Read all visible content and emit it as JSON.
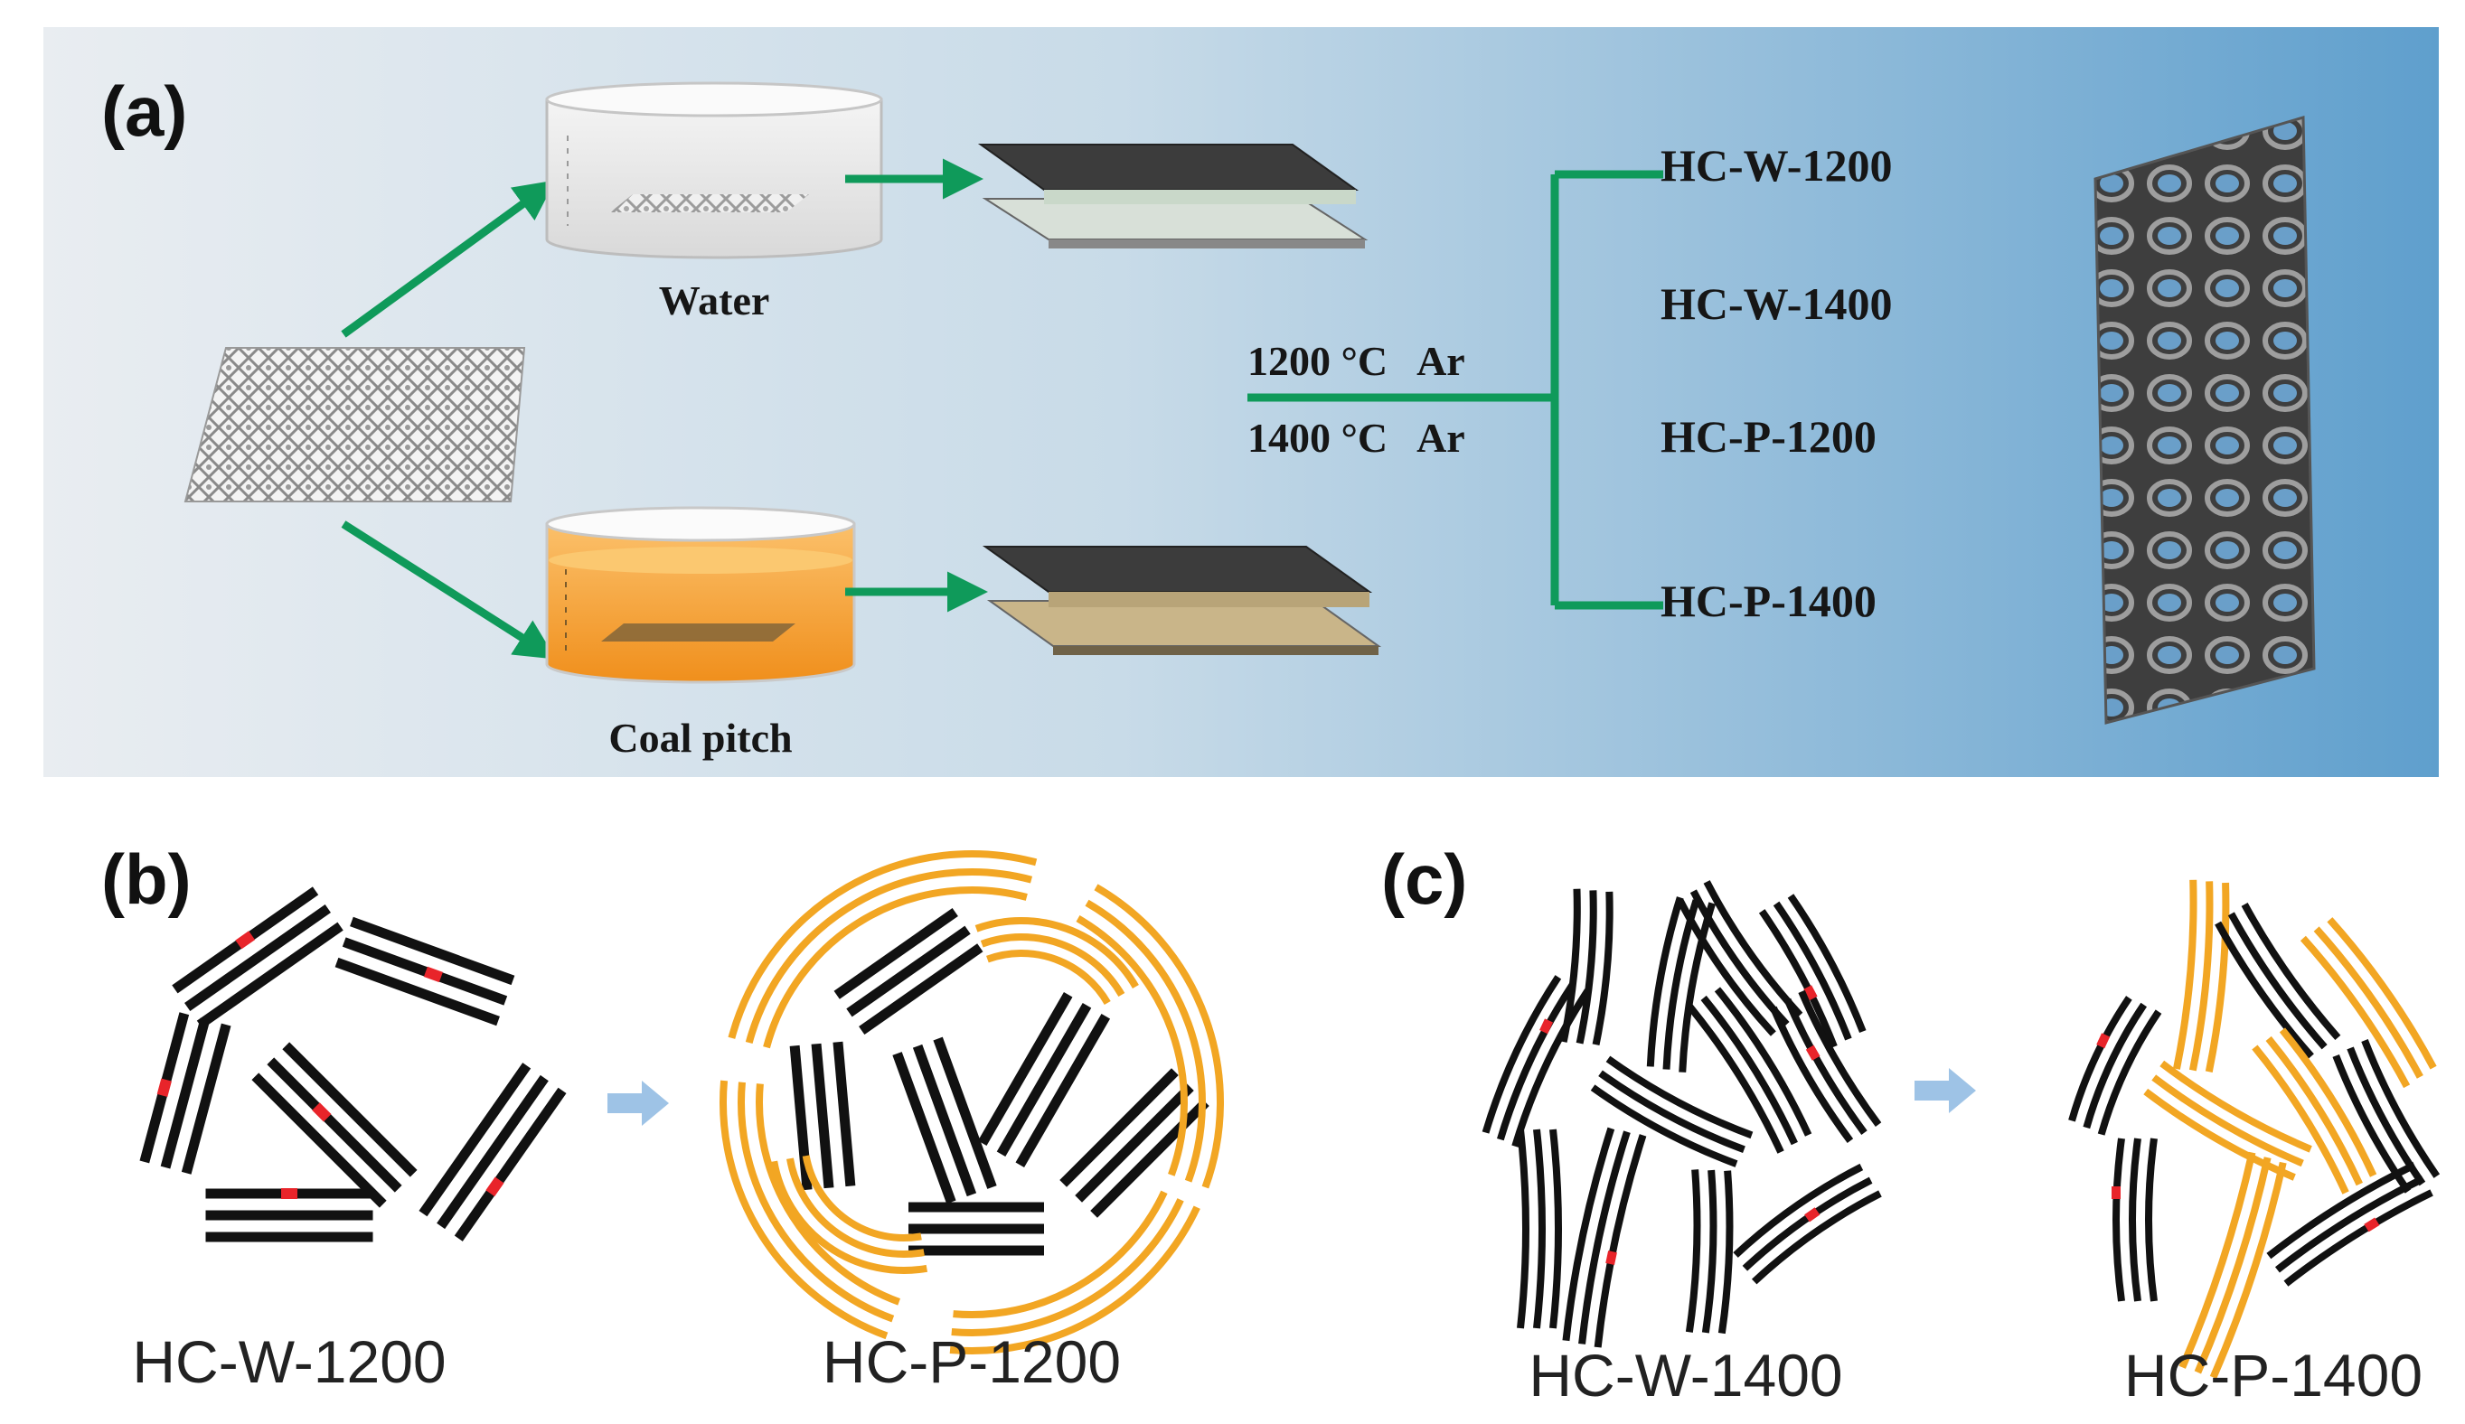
{
  "panel_a": {
    "label": "(a)",
    "water_label": "Water",
    "pitch_label": "Coal pitch",
    "conditions": [
      "1200 °C   Ar",
      "1400 °C   Ar"
    ],
    "products": [
      "HC-W-1200",
      "HC-W-1400",
      "HC-P-1200",
      "HC-P-1400"
    ]
  },
  "panel_b": {
    "label": "(b)",
    "left_caption": "HC-W-1200",
    "right_caption": "HC-P-1200"
  },
  "panel_c": {
    "label": "(c)",
    "left_caption": "HC-W-1400",
    "right_caption": "HC-P-1400"
  },
  "colors": {
    "arrow_green": "#0f9a5a",
    "pitch_orange": "#f2a623",
    "defect_red": "#e8242a",
    "flow_arrow_blue": "#9ec3e6"
  }
}
